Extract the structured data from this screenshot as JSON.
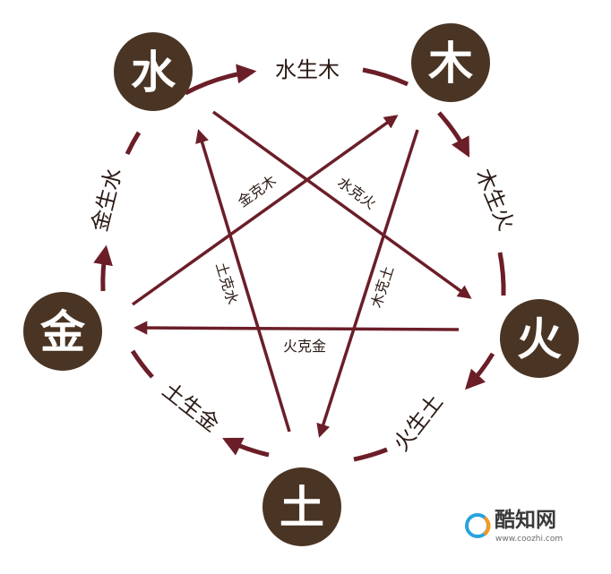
{
  "colors": {
    "arrow": "#6b1e28",
    "node": "#4a3423",
    "node_text": "#ffffff",
    "label": "#2a1a14",
    "watermark_blue": "#29a3df",
    "watermark_orange": "#f39a1e"
  },
  "elements": {
    "water": "水",
    "wood": "木",
    "fire": "火",
    "earth": "土",
    "metal": "金"
  },
  "generating": {
    "water_wood": "水生木",
    "wood_fire": "木生火",
    "fire_earth": "火生土",
    "earth_metal": "土生金",
    "metal_water": "金生水"
  },
  "overcoming": {
    "metal_wood": "金克木",
    "water_fire": "水克火",
    "earth_water": "土克水",
    "wood_earth": "木克土",
    "fire_metal": "火克金"
  },
  "watermark": {
    "brand": "酷知网",
    "url": "www.coozhi.com"
  }
}
